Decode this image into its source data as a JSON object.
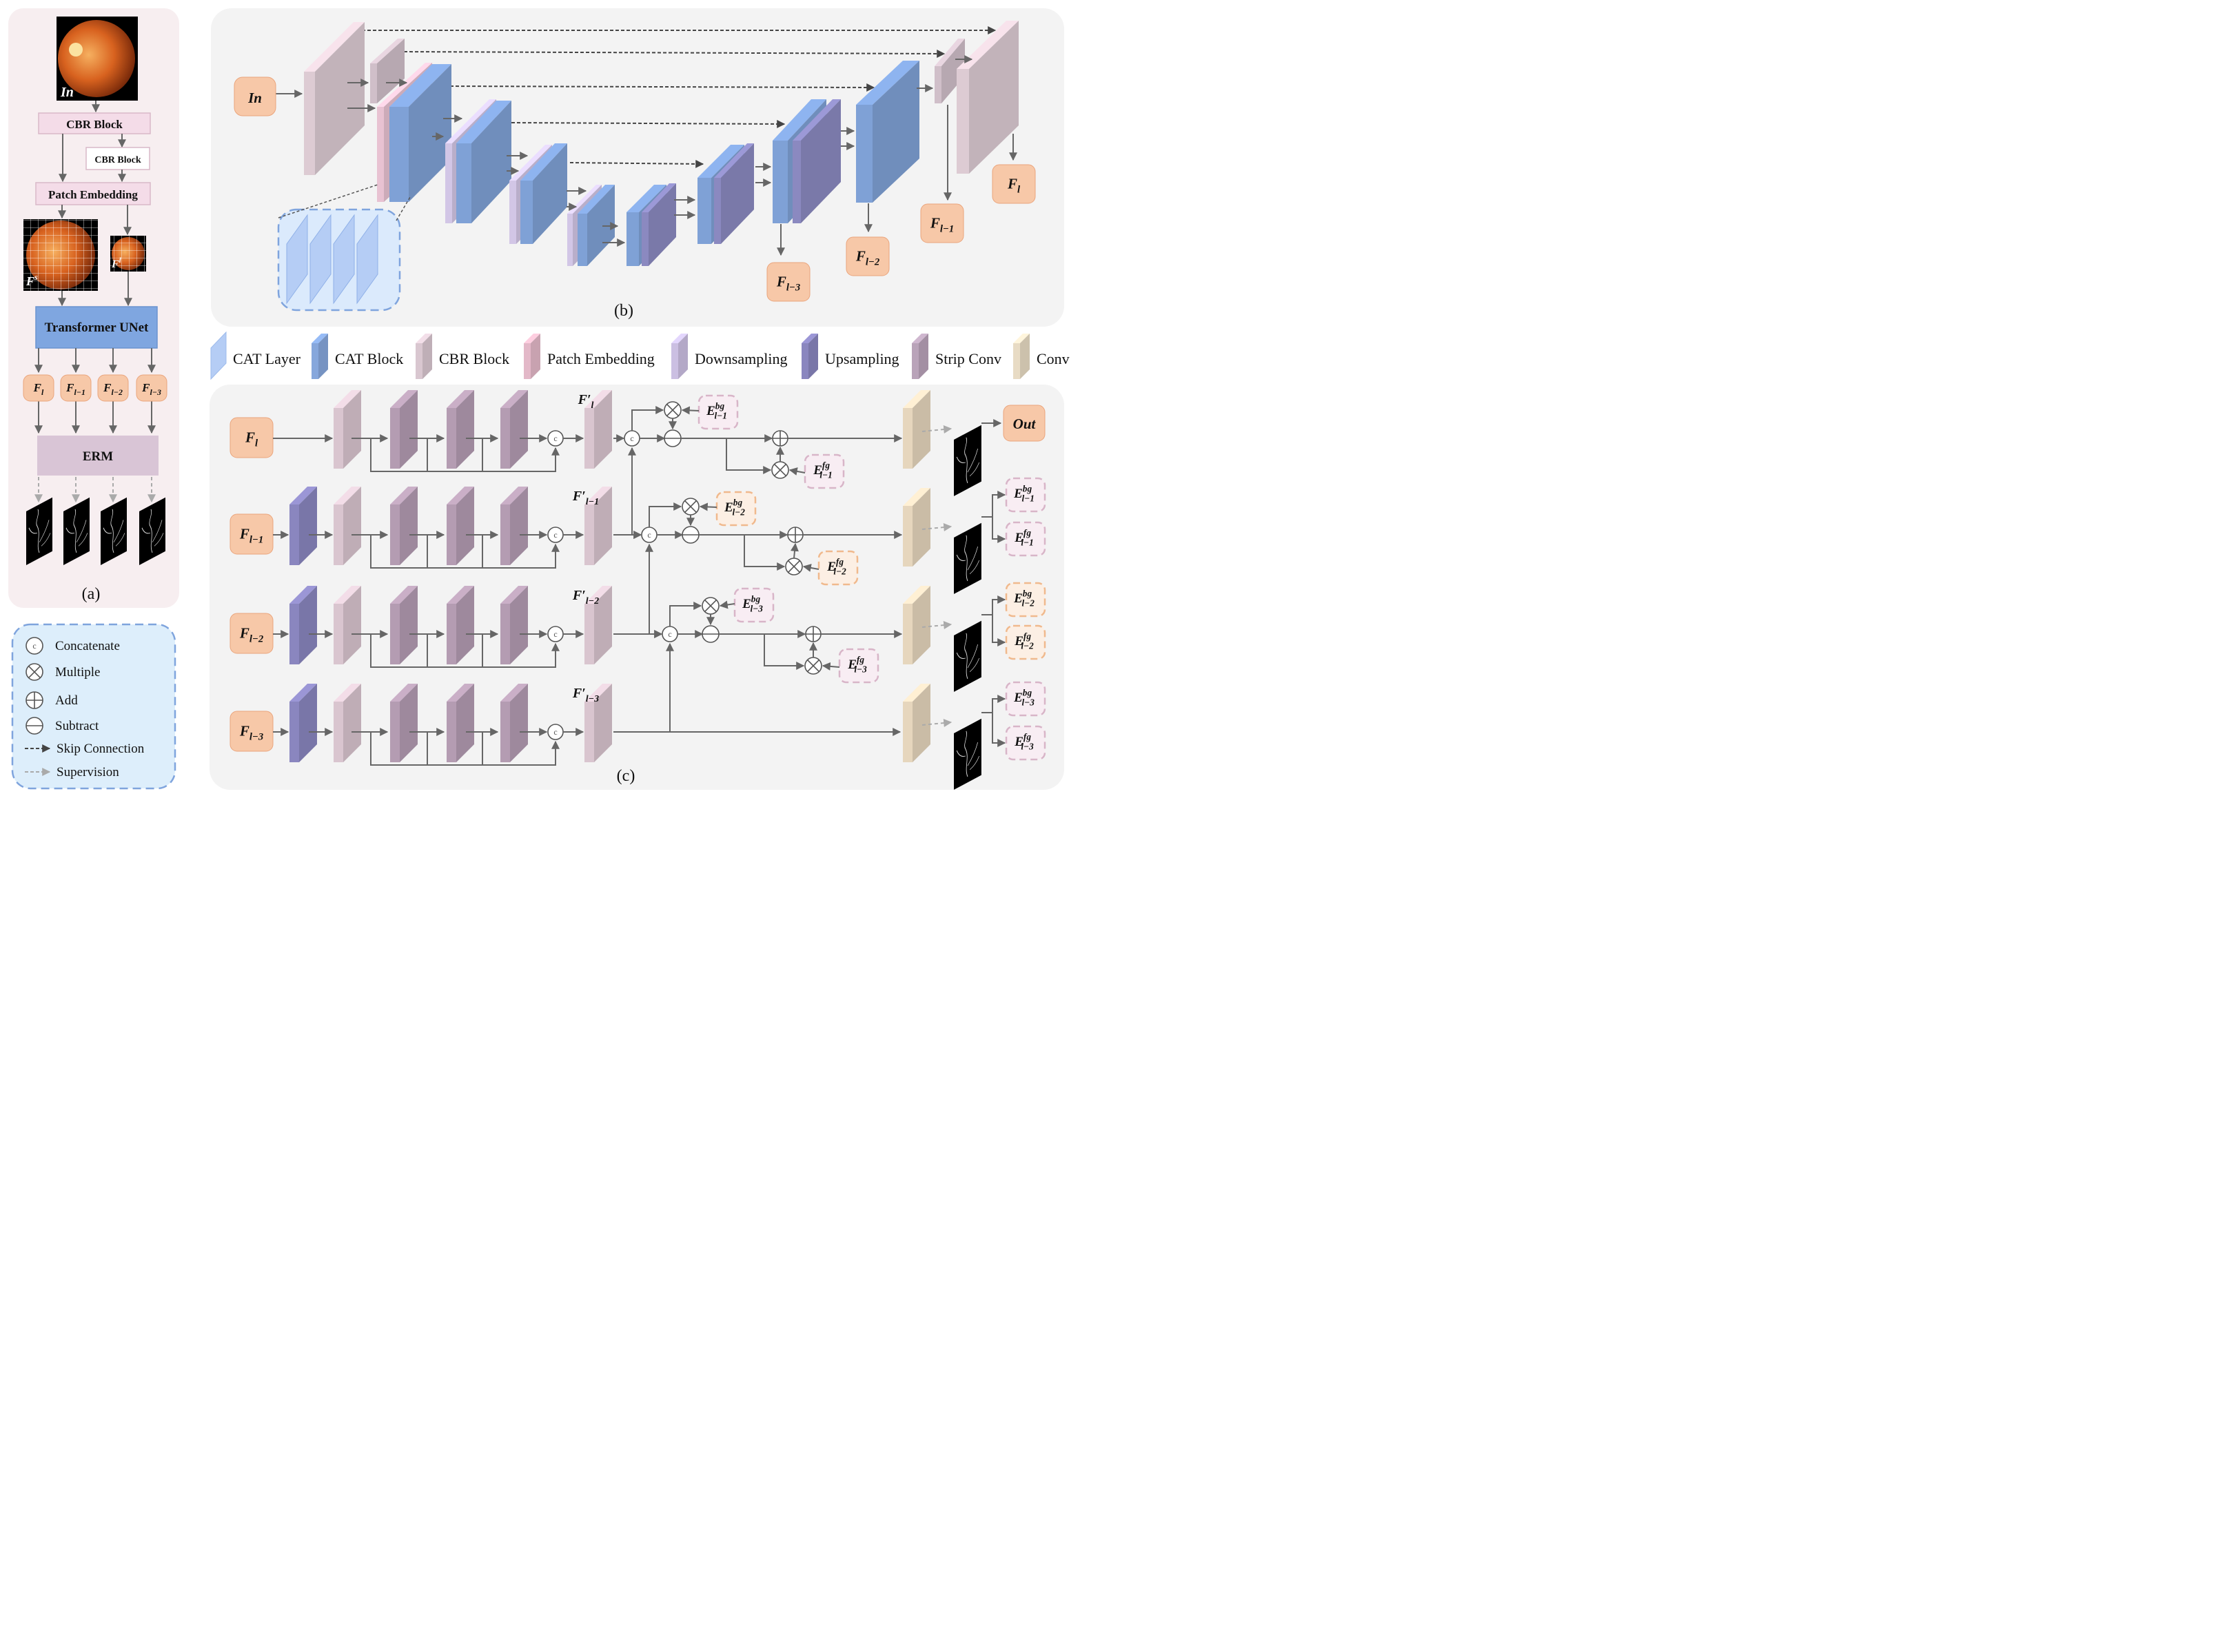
{
  "panel_a": {
    "input_label": "In",
    "cbr_block_top": "CBR Block",
    "cbr_block_small": "CBR Block",
    "patch_embedding": "Patch Embedding",
    "fs_label": "F",
    "fs_sup": "s",
    "fl_label": "F",
    "fl_sup": "l",
    "transformer_unet": "Transformer UNet",
    "features": [
      {
        "base": "F",
        "sub": "l"
      },
      {
        "base": "F",
        "sub": "l−1"
      },
      {
        "base": "F",
        "sub": "l−2"
      },
      {
        "base": "F",
        "sub": "l−3"
      }
    ],
    "erm": "ERM",
    "caption": "(a)"
  },
  "legend_box": {
    "items": [
      {
        "symbol": "concat",
        "label": "Concatenate"
      },
      {
        "symbol": "multiply",
        "label": "Multiple"
      },
      {
        "symbol": "add",
        "label": "Add"
      },
      {
        "symbol": "subtract",
        "label": "Subtract"
      },
      {
        "symbol": "skip-arrow",
        "label": "Skip Connection"
      },
      {
        "symbol": "supervision-arrow",
        "label": "Supervision"
      }
    ]
  },
  "panel_b": {
    "input_label": "In",
    "outputs": [
      {
        "base": "F",
        "sub": "l"
      },
      {
        "base": "F",
        "sub": "l−1"
      },
      {
        "base": "F",
        "sub": "l−2"
      },
      {
        "base": "F",
        "sub": "l−3"
      }
    ],
    "caption": "(b)"
  },
  "block_legend": [
    {
      "label": "CAT Layer",
      "color": "#b5cdf5"
    },
    {
      "label": "CAT Block",
      "color": "#86a7dc"
    },
    {
      "label": "CBR Block",
      "color": "#d9c7d0"
    },
    {
      "label": "Patch Embedding",
      "color": "#e3b8c8"
    },
    {
      "label": "Downsampling",
      "color": "#cbbfe2"
    },
    {
      "label": "Upsampling",
      "color": "#8a86bf"
    },
    {
      "label": "Strip Conv",
      "color": "#b9a3b9"
    },
    {
      "label": "Conv",
      "color": "#e8dbc4"
    }
  ],
  "panel_c": {
    "rows": [
      {
        "input": {
          "base": "F",
          "sub": "l"
        },
        "fprime": {
          "base": "F′",
          "sub": "l"
        },
        "bg": {
          "base": "E",
          "sup": "bg",
          "sub": "l−1"
        },
        "fg": {
          "base": "E",
          "sup": "fg",
          "sub": "l−1"
        }
      },
      {
        "input": {
          "base": "F",
          "sub": "l−1"
        },
        "fprime": {
          "base": "F′",
          "sub": "l−1"
        },
        "bg": {
          "base": "E",
          "sup": "bg",
          "sub": "l−2"
        },
        "fg": {
          "base": "E",
          "sup": "fg",
          "sub": "l−2"
        }
      },
      {
        "input": {
          "base": "F",
          "sub": "l−2"
        },
        "fprime": {
          "base": "F′",
          "sub": "l−2"
        },
        "bg": {
          "base": "E",
          "sup": "bg",
          "sub": "l−3"
        },
        "fg": {
          "base": "E",
          "sup": "fg",
          "sub": "l−3"
        }
      },
      {
        "input": {
          "base": "F",
          "sub": "l−3"
        },
        "fprime": {
          "base": "F′",
          "sub": "l−3"
        }
      }
    ],
    "out_label": "Out",
    "supervision_outputs": [
      {
        "bg": {
          "base": "E",
          "sup": "bg",
          "sub": "l−1"
        },
        "fg": {
          "base": "E",
          "sup": "fg",
          "sub": "l−1"
        }
      },
      {
        "bg": {
          "base": "E",
          "sup": "bg",
          "sub": "l−2"
        },
        "fg": {
          "base": "E",
          "sup": "fg",
          "sub": "l−2"
        }
      },
      {
        "bg": {
          "base": "E",
          "sup": "bg",
          "sub": "l−3"
        },
        "fg": {
          "base": "E",
          "sup": "fg",
          "sub": "l−3"
        }
      }
    ],
    "concat_symbol": "c",
    "caption": "(c)"
  },
  "colors": {
    "orange_box": "#f7c8a8",
    "orange_border": "#eaa57d",
    "pink_box": "#f4dce8",
    "blue_box": "#7fa6e0",
    "erm_box": "#d9c5d6",
    "panel_bg": "#f3f3f3",
    "legend_bg": "#ddeefb",
    "legend_border": "#7fa4dd"
  }
}
